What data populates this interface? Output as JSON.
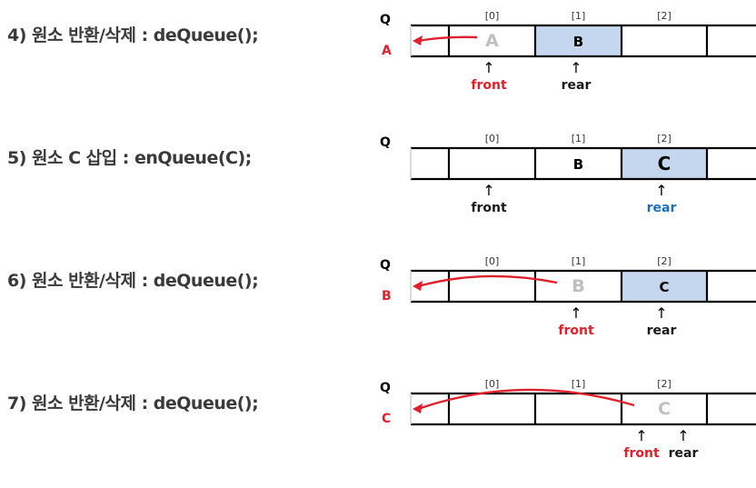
{
  "colors": {
    "highlight_fill": "#c5d7ef",
    "removed_text": "#bfbfbf",
    "red": "#e0202a",
    "blue": "#1a6fc0",
    "black": "#1a1a1a"
  },
  "queue_label": "Q",
  "arrow_glyph": "↑",
  "indices": [
    "[0]",
    "[1]",
    "[2]"
  ],
  "steps": [
    {
      "title": "4) 원소 반환/삭제 : deQueue();",
      "cells": [
        {
          "text": "A",
          "style": "removed",
          "filled": false
        },
        {
          "text": "B",
          "style": "normal",
          "filled": true
        },
        {
          "text": "",
          "style": "normal",
          "filled": false
        }
      ],
      "output": "A",
      "dequeue_from": 0,
      "pointers": [
        {
          "label": "front",
          "at": 0,
          "color": "red"
        },
        {
          "label": "rear",
          "at": 1,
          "color": "black"
        }
      ]
    },
    {
      "title": "5) 원소 C 삽입 : enQueue(C);",
      "cells": [
        {
          "text": "",
          "style": "normal",
          "filled": false
        },
        {
          "text": "B",
          "style": "normal",
          "filled": false
        },
        {
          "text": "C",
          "style": "big",
          "filled": true
        }
      ],
      "output": "",
      "dequeue_from": -1,
      "pointers": [
        {
          "label": "front",
          "at": 0,
          "color": "black"
        },
        {
          "label": "rear",
          "at": 2,
          "color": "blue"
        }
      ]
    },
    {
      "title": "6) 원소 반환/삭제 : deQueue();",
      "cells": [
        {
          "text": "",
          "style": "normal",
          "filled": false
        },
        {
          "text": "B",
          "style": "removed",
          "filled": false
        },
        {
          "text": "C",
          "style": "normal",
          "filled": true
        }
      ],
      "output": "B",
      "dequeue_from": 1,
      "pointers": [
        {
          "label": "front",
          "at": 1,
          "color": "red"
        },
        {
          "label": "rear",
          "at": 2,
          "color": "black"
        }
      ]
    },
    {
      "title": "7) 원소 반환/삭제 : deQueue();",
      "cells": [
        {
          "text": "",
          "style": "normal",
          "filled": false
        },
        {
          "text": "",
          "style": "normal",
          "filled": false
        },
        {
          "text": "C",
          "style": "removed",
          "filled": false
        }
      ],
      "output": "C",
      "dequeue_from": 2,
      "pointers": [
        {
          "label": "front",
          "at": 2,
          "color": "red"
        },
        {
          "label": "rear",
          "at": 2,
          "color": "black"
        }
      ]
    }
  ]
}
